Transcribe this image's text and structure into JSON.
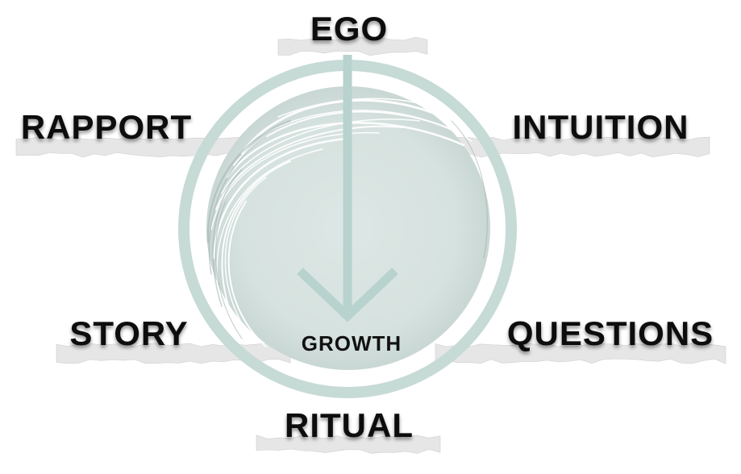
{
  "diagram": {
    "nodes": {
      "top": "EGO",
      "upper_left": "RAPPORT",
      "upper_right": "INTUITION",
      "lower_left": "STORY",
      "lower_right": "QUESTIONS",
      "bottom": "RITUAL"
    },
    "center_label": "GROWTH"
  },
  "colors": {
    "ring": "#c6dad6",
    "arrow": "#b8d2cd",
    "disc_fill": "#d9e4e1",
    "strip_fill": "#e6e6e6",
    "label": "#111111"
  }
}
